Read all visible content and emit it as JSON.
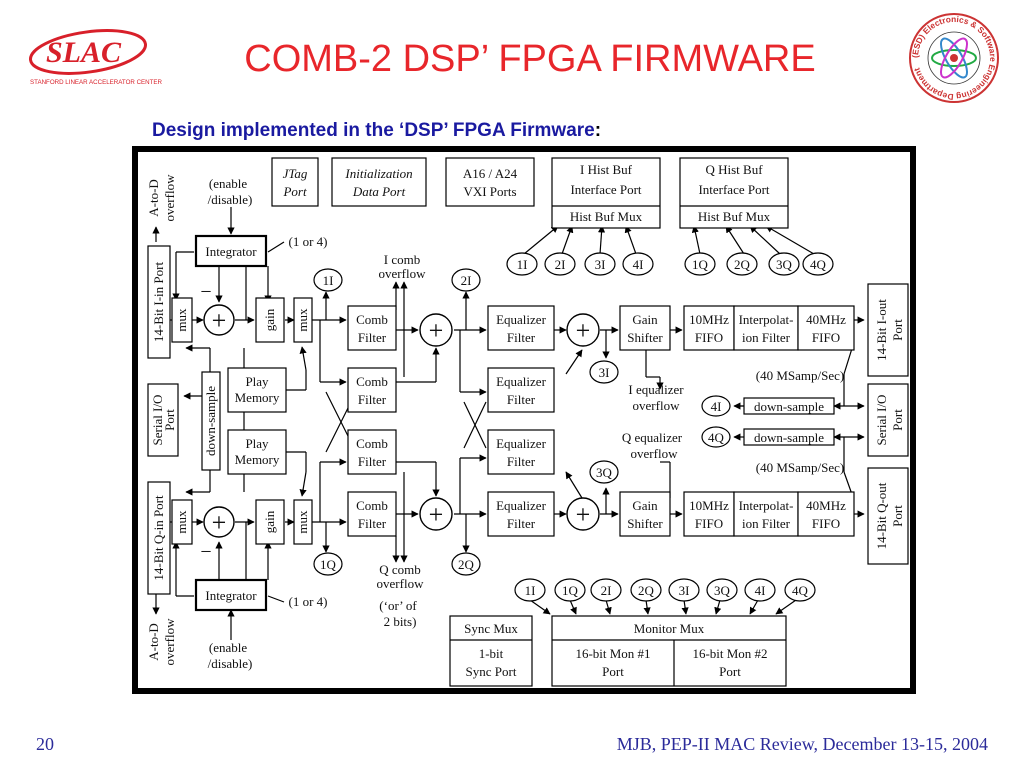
{
  "header": {
    "title": "COMB-2  DSP’ FPGA FIRMWARE",
    "subtitle": "Design implemented in the ‘DSP’ FPGA Firmware",
    "subtitle_colon": ":"
  },
  "logos": {
    "slac_name": "SLAC",
    "slac_full": "STANFORD LINEAR ACCELERATOR CENTER",
    "esd_text": "(ESD) Electronics & Software Engineering Department"
  },
  "diagram": {
    "ports": {
      "jtag_1": "JTag",
      "jtag_2": "Port",
      "init_1": "Initialization",
      "init_2": "Data Port",
      "vxi_1": "A16 / A24",
      "vxi_2": "VXI  Ports",
      "ihist_1": "I Hist Buf",
      "ihist_2": "Interface Port",
      "ihist_mux": "Hist Buf Mux",
      "qhist_1": "Q Hist Buf",
      "qhist_2": "Interface Port",
      "qhist_mux": "Hist Buf Mux",
      "i_in": "14-Bit I-in Port",
      "q_in": "14-Bit Q-in Port",
      "serial_l_1": "Serial I/O",
      "serial_l_2": "Port",
      "i_out_1": "14-Bit I-out",
      "i_out_2": "Port",
      "q_out_1": "14-Bit Q-out",
      "q_out_2": "Port",
      "serial_r_1": "Serial I/O",
      "serial_r_2": "Port",
      "sync_mux": "Sync Mux",
      "sync_1": "1-bit",
      "sync_2": "Sync Port",
      "monitor_mux": "Monitor Mux",
      "mon1_1": "16-bit  Mon #1",
      "mon1_2": "Port",
      "mon2_1": "16-bit  Mon #2",
      "mon2_2": "Port"
    },
    "blocks": {
      "integrator": "Integrator",
      "mux": "mux",
      "gain": "gain",
      "comb_1": "Comb",
      "comb_2": "Filter",
      "eq_1": "Equalizer",
      "eq_2": "Filter",
      "gs_1": "Gain",
      "gs_2": "Shifter",
      "fifo10_1": "10MHz",
      "fifo10_2": "FIFO",
      "interp_1": "Interpolat-",
      "interp_2": "ion Filter",
      "fifo40_1": "40MHz",
      "fifo40_2": "FIFO",
      "play_1": "Play",
      "play_2": "Memory",
      "downsample": "down-sample"
    },
    "tokens": {
      "i1": "1I",
      "i2": "2I",
      "i3": "3I",
      "i4": "4I",
      "q1": "1Q",
      "q2": "2Q",
      "q3": "3Q",
      "q4": "4Q"
    },
    "labels": {
      "atod_top_1": "A-to-D",
      "atod_top_2": "overflow",
      "atod_bot_1": "A-to-D",
      "atod_bot_2": "overflow",
      "enable_1": "(enable",
      "enable_2": "/disable)",
      "one_or_four": "(1 or 4)",
      "icomb_1": "I comb",
      "icomb_2": "overflow",
      "qcomb_1": "Q comb",
      "qcomb_2": "overflow",
      "or_1": "(‘or’ of",
      "or_2": "2 bits)",
      "ieq_1": "I equalizer",
      "ieq_2": "overflow",
      "qeq_1": "Q equalizer",
      "qeq_2": "overflow",
      "msamp": "(40 MSamp/Sec)",
      "minus": "−",
      "plus": "+"
    }
  },
  "footer": {
    "page_number": "20",
    "credit": "MJB,  PEP-II MAC Review,  December 13-15, 2004"
  },
  "colors": {
    "title": "#e8262b",
    "subtitle": "#1a1aa0",
    "footer": "#2b2b9a",
    "slac_red": "#d8202a"
  }
}
